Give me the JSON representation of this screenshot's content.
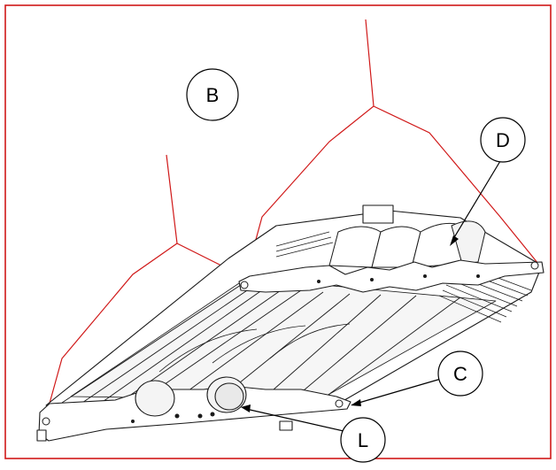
{
  "diagram": {
    "callouts": {
      "B": "B",
      "C": "C",
      "D": "D",
      "L": "L"
    },
    "colors": {
      "frame": "#d01818",
      "outline": "#1a1a1a",
      "panel_fill": "#ffffff",
      "pipe_fill": "#f4f4f4",
      "shadow_fill": "#e9e9e9"
    }
  }
}
